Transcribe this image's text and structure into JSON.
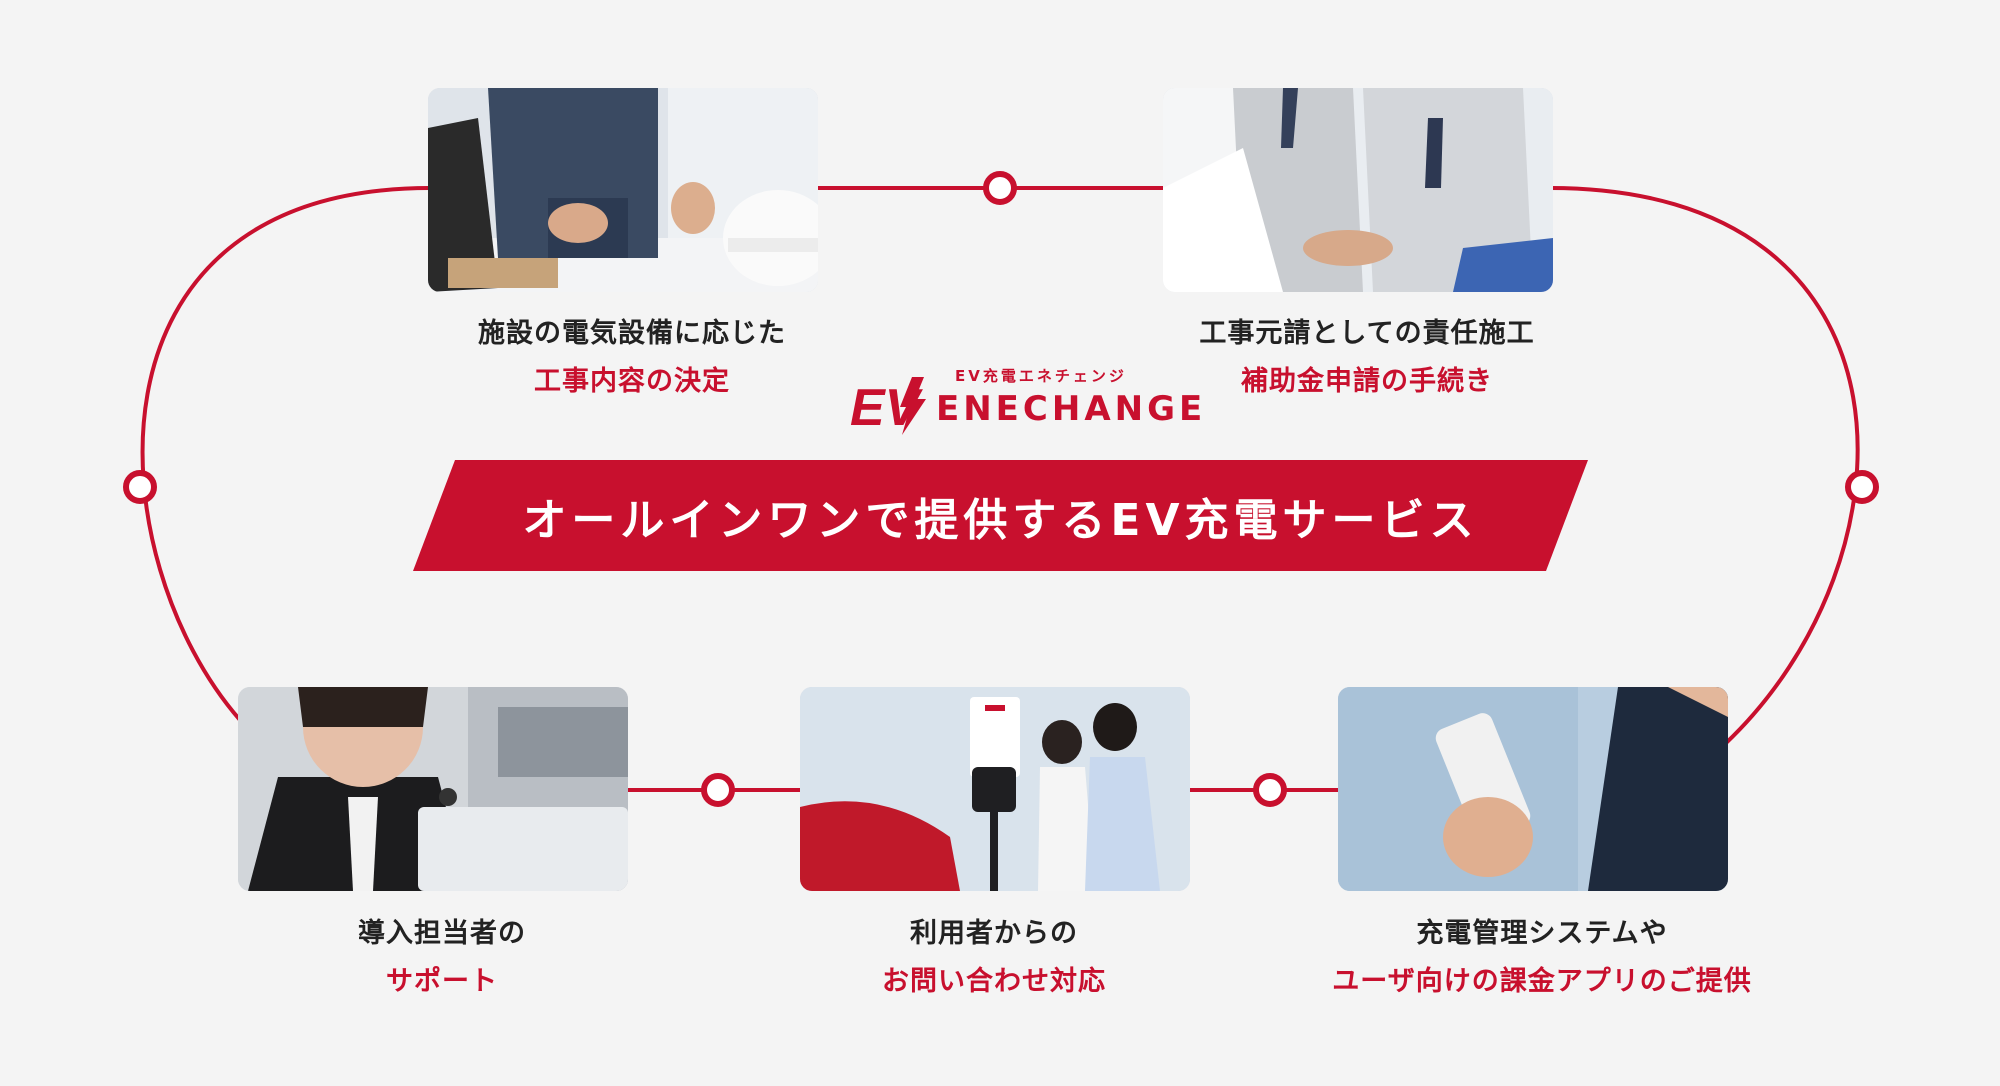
{
  "colors": {
    "accent": "#c8102e",
    "background": "#f4f4f4",
    "text": "#222222"
  },
  "logo": {
    "mark": "EV",
    "subtitle": "EV充電エネチェンジ",
    "wordmark": "ENECHANGE"
  },
  "banner": {
    "title": "オールインワンで提供するEV充電サービス"
  },
  "services": [
    {
      "line1": "施設の電気設備に応じた",
      "line2": "工事内容の決定"
    },
    {
      "line1": "工事元請としての責任施工",
      "line2": "補助金申請の手続き"
    },
    {
      "line1": "導入担当者の",
      "line2": "サポート"
    },
    {
      "line1": "利用者からの",
      "line2": "お問い合わせ対応"
    },
    {
      "line1": "充電管理システムや",
      "line2": "ユーザ向けの課金アプリのご提供"
    }
  ]
}
